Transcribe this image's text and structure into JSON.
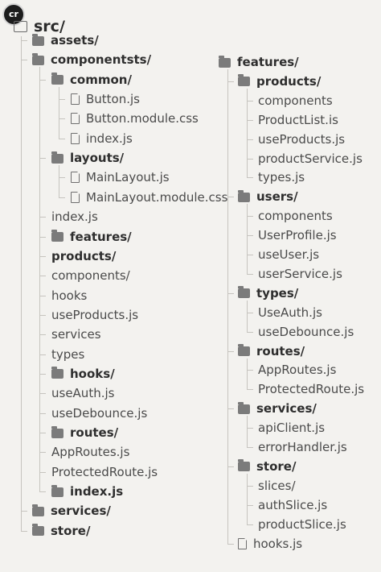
{
  "logo_text": "cr",
  "root": {
    "label": "src/",
    "icon": "folder-outline-icon"
  },
  "left": [
    {
      "depth": 1,
      "label": "assets/",
      "type": "folder"
    },
    {
      "depth": 1,
      "label": "componentsts/",
      "type": "folder"
    },
    {
      "depth": 2,
      "label": "common/",
      "type": "folder"
    },
    {
      "depth": 3,
      "label": "Button.js",
      "type": "file"
    },
    {
      "depth": 3,
      "label": "Button.module.css",
      "type": "file"
    },
    {
      "depth": 3,
      "label": "index.js",
      "type": "file"
    },
    {
      "depth": 2,
      "label": "layouts/",
      "type": "folder"
    },
    {
      "depth": 3,
      "label": "MainLayout.js",
      "type": "file"
    },
    {
      "depth": 3,
      "label": "MainLayout.module.css",
      "type": "file"
    },
    {
      "depth": 2,
      "label": "index.js",
      "type": "text"
    },
    {
      "depth": 2,
      "label": "features/",
      "type": "folder"
    },
    {
      "depth": 2,
      "label": "products/",
      "type": "bold"
    },
    {
      "depth": 2,
      "label": "components/",
      "type": "text"
    },
    {
      "depth": 2,
      "label": "hooks",
      "type": "text"
    },
    {
      "depth": 2,
      "label": "useProducts.js",
      "type": "text"
    },
    {
      "depth": 2,
      "label": "services",
      "type": "text"
    },
    {
      "depth": 2,
      "label": "types",
      "type": "text"
    },
    {
      "depth": 2,
      "label": "hooks/",
      "type": "folder"
    },
    {
      "depth": 2,
      "label": "useAuth.js",
      "type": "text"
    },
    {
      "depth": 2,
      "label": "useDebounce.js",
      "type": "text"
    },
    {
      "depth": 2,
      "label": "routes/",
      "type": "folder"
    },
    {
      "depth": 2,
      "label": "AppRoutes.js",
      "type": "text"
    },
    {
      "depth": 2,
      "label": "ProtectedRoute.js",
      "type": "text"
    },
    {
      "depth": 2,
      "label": "index.js",
      "type": "folder"
    },
    {
      "depth": 1,
      "label": "services/",
      "type": "folder"
    },
    {
      "depth": 1,
      "label": "store/",
      "type": "folder"
    }
  ],
  "right": [
    {
      "depth": 0,
      "label": "features/",
      "type": "folder"
    },
    {
      "depth": 1,
      "label": "products/",
      "type": "folder"
    },
    {
      "depth": 2,
      "label": "components",
      "type": "text"
    },
    {
      "depth": 2,
      "label": "ProductList.is",
      "type": "text"
    },
    {
      "depth": 2,
      "label": "useProducts.js",
      "type": "text"
    },
    {
      "depth": 2,
      "label": "productService.js",
      "type": "text"
    },
    {
      "depth": 2,
      "label": "types.js",
      "type": "text"
    },
    {
      "depth": 1,
      "label": "users/",
      "type": "folder"
    },
    {
      "depth": 2,
      "label": "components",
      "type": "text"
    },
    {
      "depth": 2,
      "label": "UserProfile.js",
      "type": "text"
    },
    {
      "depth": 2,
      "label": "useUser.js",
      "type": "text"
    },
    {
      "depth": 2,
      "label": "userService.js",
      "type": "text"
    },
    {
      "depth": 1,
      "label": "types/",
      "type": "folder"
    },
    {
      "depth": 2,
      "label": "UseAuth.js",
      "type": "text"
    },
    {
      "depth": 2,
      "label": "useDebounce.js",
      "type": "text"
    },
    {
      "depth": 1,
      "label": "routes/",
      "type": "folder"
    },
    {
      "depth": 2,
      "label": "AppRoutes.js",
      "type": "text"
    },
    {
      "depth": 2,
      "label": "ProtectedRoute.js",
      "type": "text"
    },
    {
      "depth": 1,
      "label": "services/",
      "type": "folder"
    },
    {
      "depth": 2,
      "label": "apiClient.js",
      "type": "text"
    },
    {
      "depth": 2,
      "label": "errorHandler.js",
      "type": "text"
    },
    {
      "depth": 1,
      "label": "store/",
      "type": "folder"
    },
    {
      "depth": 2,
      "label": "slices/",
      "type": "text"
    },
    {
      "depth": 2,
      "label": "authSlice.js",
      "type": "text"
    },
    {
      "depth": 2,
      "label": "productSlice.js",
      "type": "text"
    },
    {
      "depth": 1,
      "label": "hooks.js",
      "type": "file"
    }
  ]
}
